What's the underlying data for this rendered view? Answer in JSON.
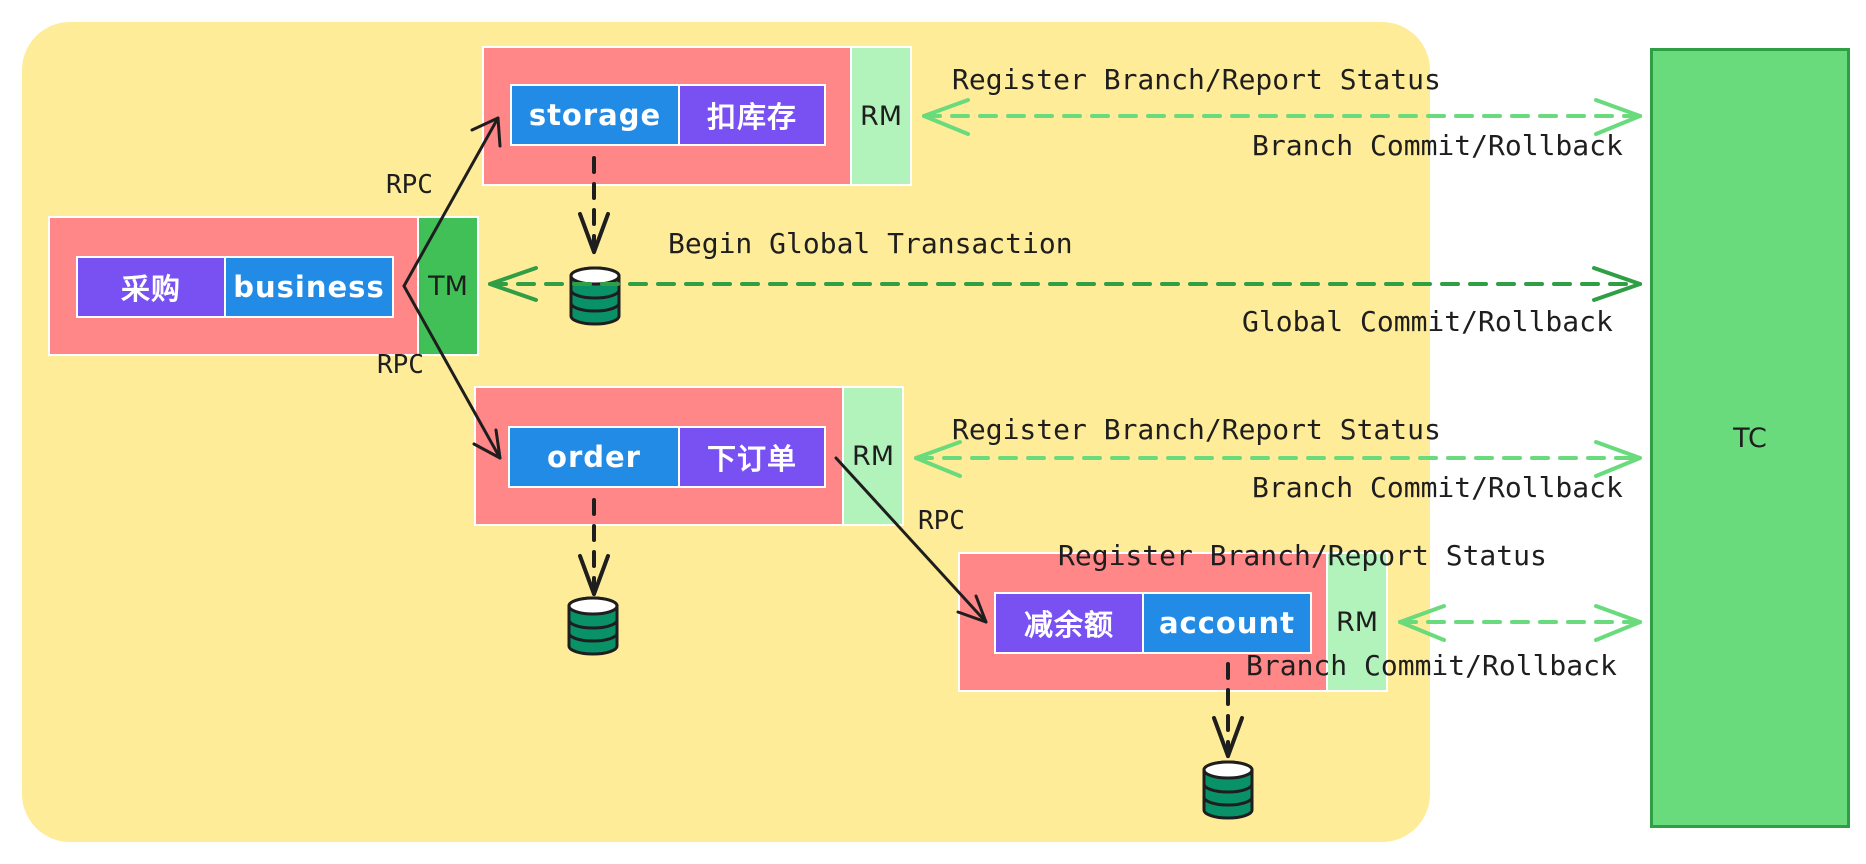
{
  "diagram": {
    "business_service": {
      "cn_label": "采购",
      "en_label": "business",
      "manager": "TM"
    },
    "storage_service": {
      "en_label": "storage",
      "cn_label": "扣库存",
      "manager": "RM"
    },
    "order_service": {
      "en_label": "order",
      "cn_label": "下订单",
      "manager": "RM"
    },
    "account_service": {
      "cn_label": "减余额",
      "en_label": "account",
      "manager": "RM"
    },
    "coordinator": {
      "label": "TC"
    },
    "rpc_labels": {
      "to_storage": "RPC",
      "to_order": "RPC",
      "to_account": "RPC"
    },
    "messages": {
      "storage_register": "Register Branch/Report Status",
      "storage_commit": "Branch Commit/Rollback",
      "begin_global": "Begin Global Transaction",
      "global_commit": "Global Commit/Rollback",
      "order_register": "Register Branch/Report Status",
      "order_commit": "Branch Commit/Rollback",
      "account_register": "Register Branch/Report Status",
      "account_commit": "Branch Commit/Rollback"
    },
    "colors": {
      "region": "#ffec99",
      "service_box": "#ff8787",
      "rm_box": "#b2f2bb",
      "tm_box": "#40c057",
      "tc_box": "#69db7c",
      "blue_cell": "#228be6",
      "purple_cell": "#7950f2",
      "rm_arrow": "#69db7c",
      "tm_arrow": "#2f9e44",
      "database": "#099268"
    }
  }
}
